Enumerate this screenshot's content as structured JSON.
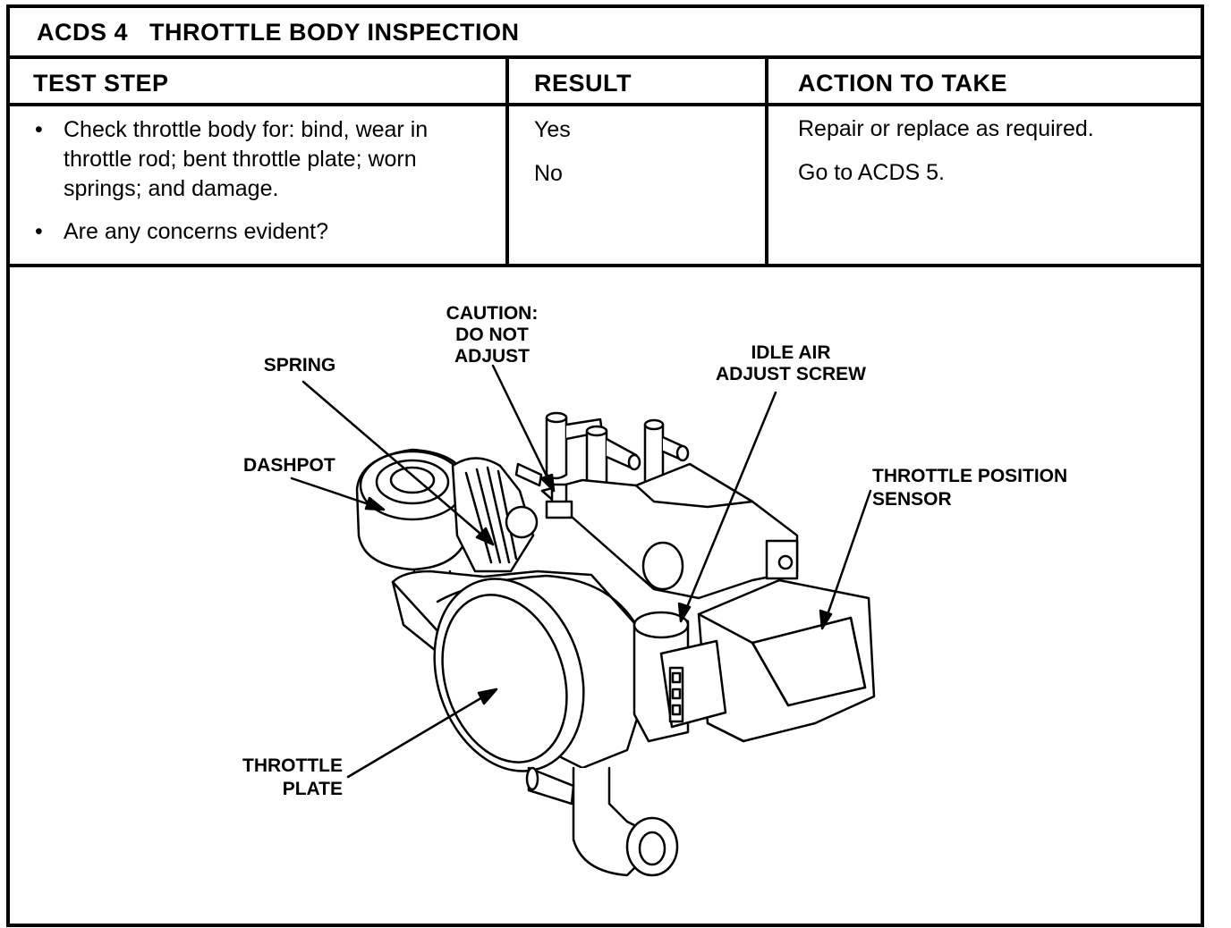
{
  "title": "ACDS 4   THROTTLE BODY INSPECTION",
  "headers": {
    "test_step": "TEST STEP",
    "result": "RESULT",
    "action": "ACTION TO TAKE"
  },
  "test_steps": [
    "Check throttle body for: bind, wear in throttle rod; bent throttle plate; worn springs; and damage.",
    "Are any concerns evident?"
  ],
  "results": [
    "Yes",
    "No"
  ],
  "actions": [
    "Repair or replace as required.",
    "Go to ACDS 5."
  ],
  "figure_labels": {
    "caution_1": "CAUTION:",
    "caution_2": "DO NOT",
    "caution_3": "ADJUST",
    "spring": "SPRING",
    "idle_1": "IDLE AIR",
    "idle_2": "ADJUST SCREW",
    "dashpot": "DASHPOT",
    "tps_1": "THROTTLE POSITION",
    "tps_2": "SENSOR",
    "plate_1": "THROTTLE",
    "plate_2": "PLATE"
  }
}
